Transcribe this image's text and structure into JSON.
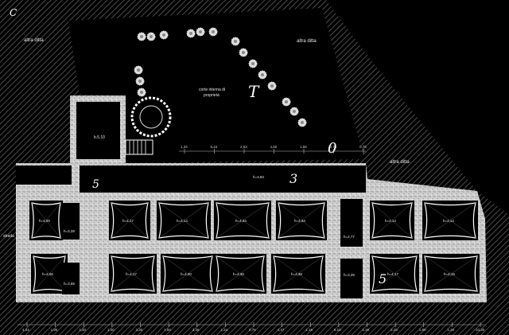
{
  "labels": {
    "top_left": "altra ditta",
    "top_right": "altra ditta",
    "right_side": "altra ditta",
    "courtyard": "corte interna di",
    "courtyard_2": "proprietà",
    "left_margin": "strada",
    "small_room": "b.5,10"
  },
  "hand_marks": {
    "t_mark": "T",
    "zero_mark": "0",
    "three_mark": "3",
    "five_left": "5",
    "five_bottom": "5",
    "corner": "C"
  },
  "rooms_top": [
    {
      "label": "h=4,00"
    },
    {
      "label": "h=4,17"
    },
    {
      "label": "h=4,14"
    },
    {
      "label": "h=4,34"
    },
    {
      "label": "h=4,34"
    },
    {
      "label": "h=4,14"
    },
    {
      "label": "h=4,14"
    }
  ],
  "rooms_bottom": [
    {
      "label": "h=4,06"
    },
    {
      "label": "h=4,17"
    },
    {
      "label": "h=4,40"
    },
    {
      "label": "h=4,30"
    },
    {
      "label": "h=4,38"
    },
    {
      "label": "h=4,17"
    },
    {
      "label": "h=4,15"
    }
  ],
  "corridor": {
    "label": "h=4,83"
  },
  "small_rooms": {
    "left_top": "h=3,28",
    "left_bottom": "h=3,55",
    "right_mid": "h=2,77",
    "right_low": "h=3,25"
  },
  "bottom_dims": [
    "4,34",
    "1,95",
    "2,30",
    "1,40",
    "3,30",
    "1,60",
    "3,36",
    "1,24",
    "0,75",
    "4,47",
    "1,15",
    "5,10",
    "1,30",
    "2,20",
    "1,80",
    "1,30",
    "10,30"
  ],
  "top_dims": [
    "1,34",
    "5,24",
    "2,53",
    "4,50",
    "1,55",
    "0,75",
    "0,75"
  ]
}
